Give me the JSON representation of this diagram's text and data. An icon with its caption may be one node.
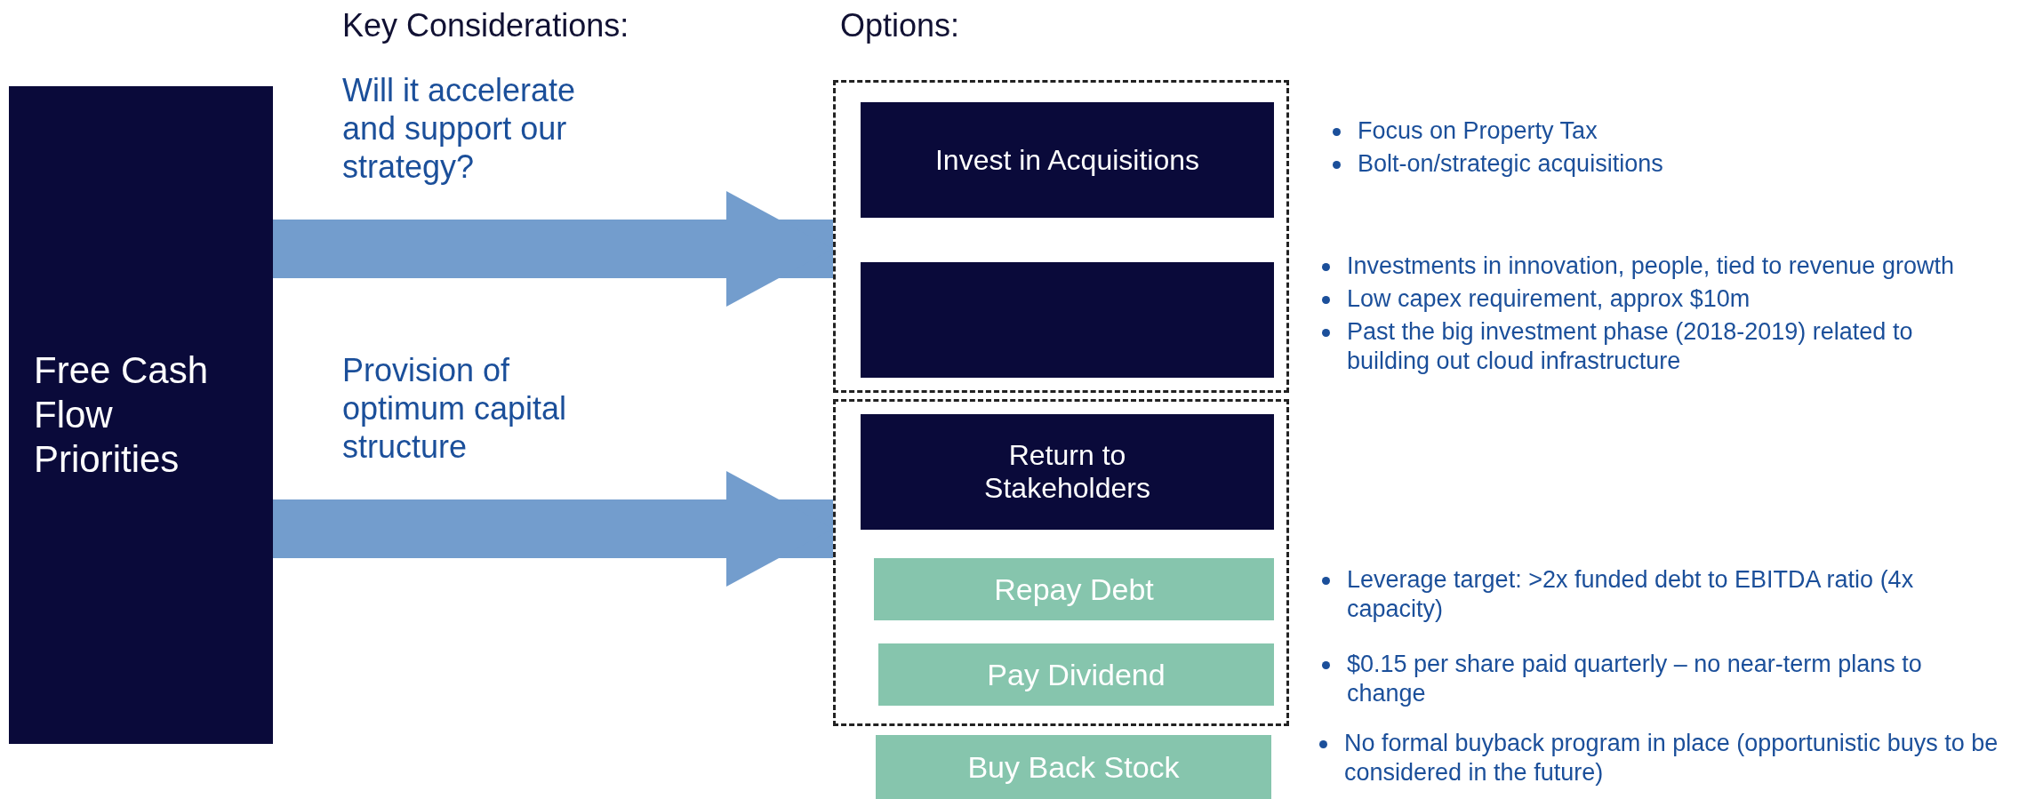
{
  "diagram": {
    "nodes": [
      {
        "text": [
          "Free Cash Flow Priorities"
        ]
      },
      {
        "text": [],
        "shape": "box"
      },
      {
        "text": [
          "Invest in Acquisitions"
        ],
        "in": 1,
        "beside": [
          "Focus on Property Tax",
          "Bolt-on/strategic acquisitions"
        ]
      },
      {
        "text": [],
        "shape": "box",
        "in": 1,
        "beside": [
          "Investments in innovation, people, tied to revenue growth",
          "Low capex requirement, approx $10m",
          "Past the big investment phase (2018-2019) related to building out cloud infrastructure"
        ]
      },
      {
        "text": [],
        "shape": "box"
      },
      {
        "text": [
          "Return to Stakeholders"
        ],
        "in": 4
      },
      {
        "text": [
          "Repay Debt"
        ],
        "in": 4,
        "beside": [
          "Leverage target: >2x funded debt to EBITDA ratio (4x capacity)"
        ]
      },
      {
        "text": [
          "Pay Dividend"
        ],
        "in": 4,
        "beside": [
          "$0.15 per share paid quarterly – no near-term plans to change"
        ]
      },
      {
        "text": [
          "Buy Back Stock"
        ],
        "beside": [
          "No formal buyback program in place (opportunistic buys to be considered in the future)"
        ]
      }
    ],
    "edges": [
      {
        "from": 0,
        "to": 1,
        "arrow": "to",
        "label": "Will it accelerate and support our strategy?"
      },
      {
        "from": 0,
        "to": 4,
        "arrow": "to",
        "label": "Provision of optimum capital structure"
      }
    ],
    "labels": [
      "Key Considerations:",
      "Options:"
    ]
  }
}
